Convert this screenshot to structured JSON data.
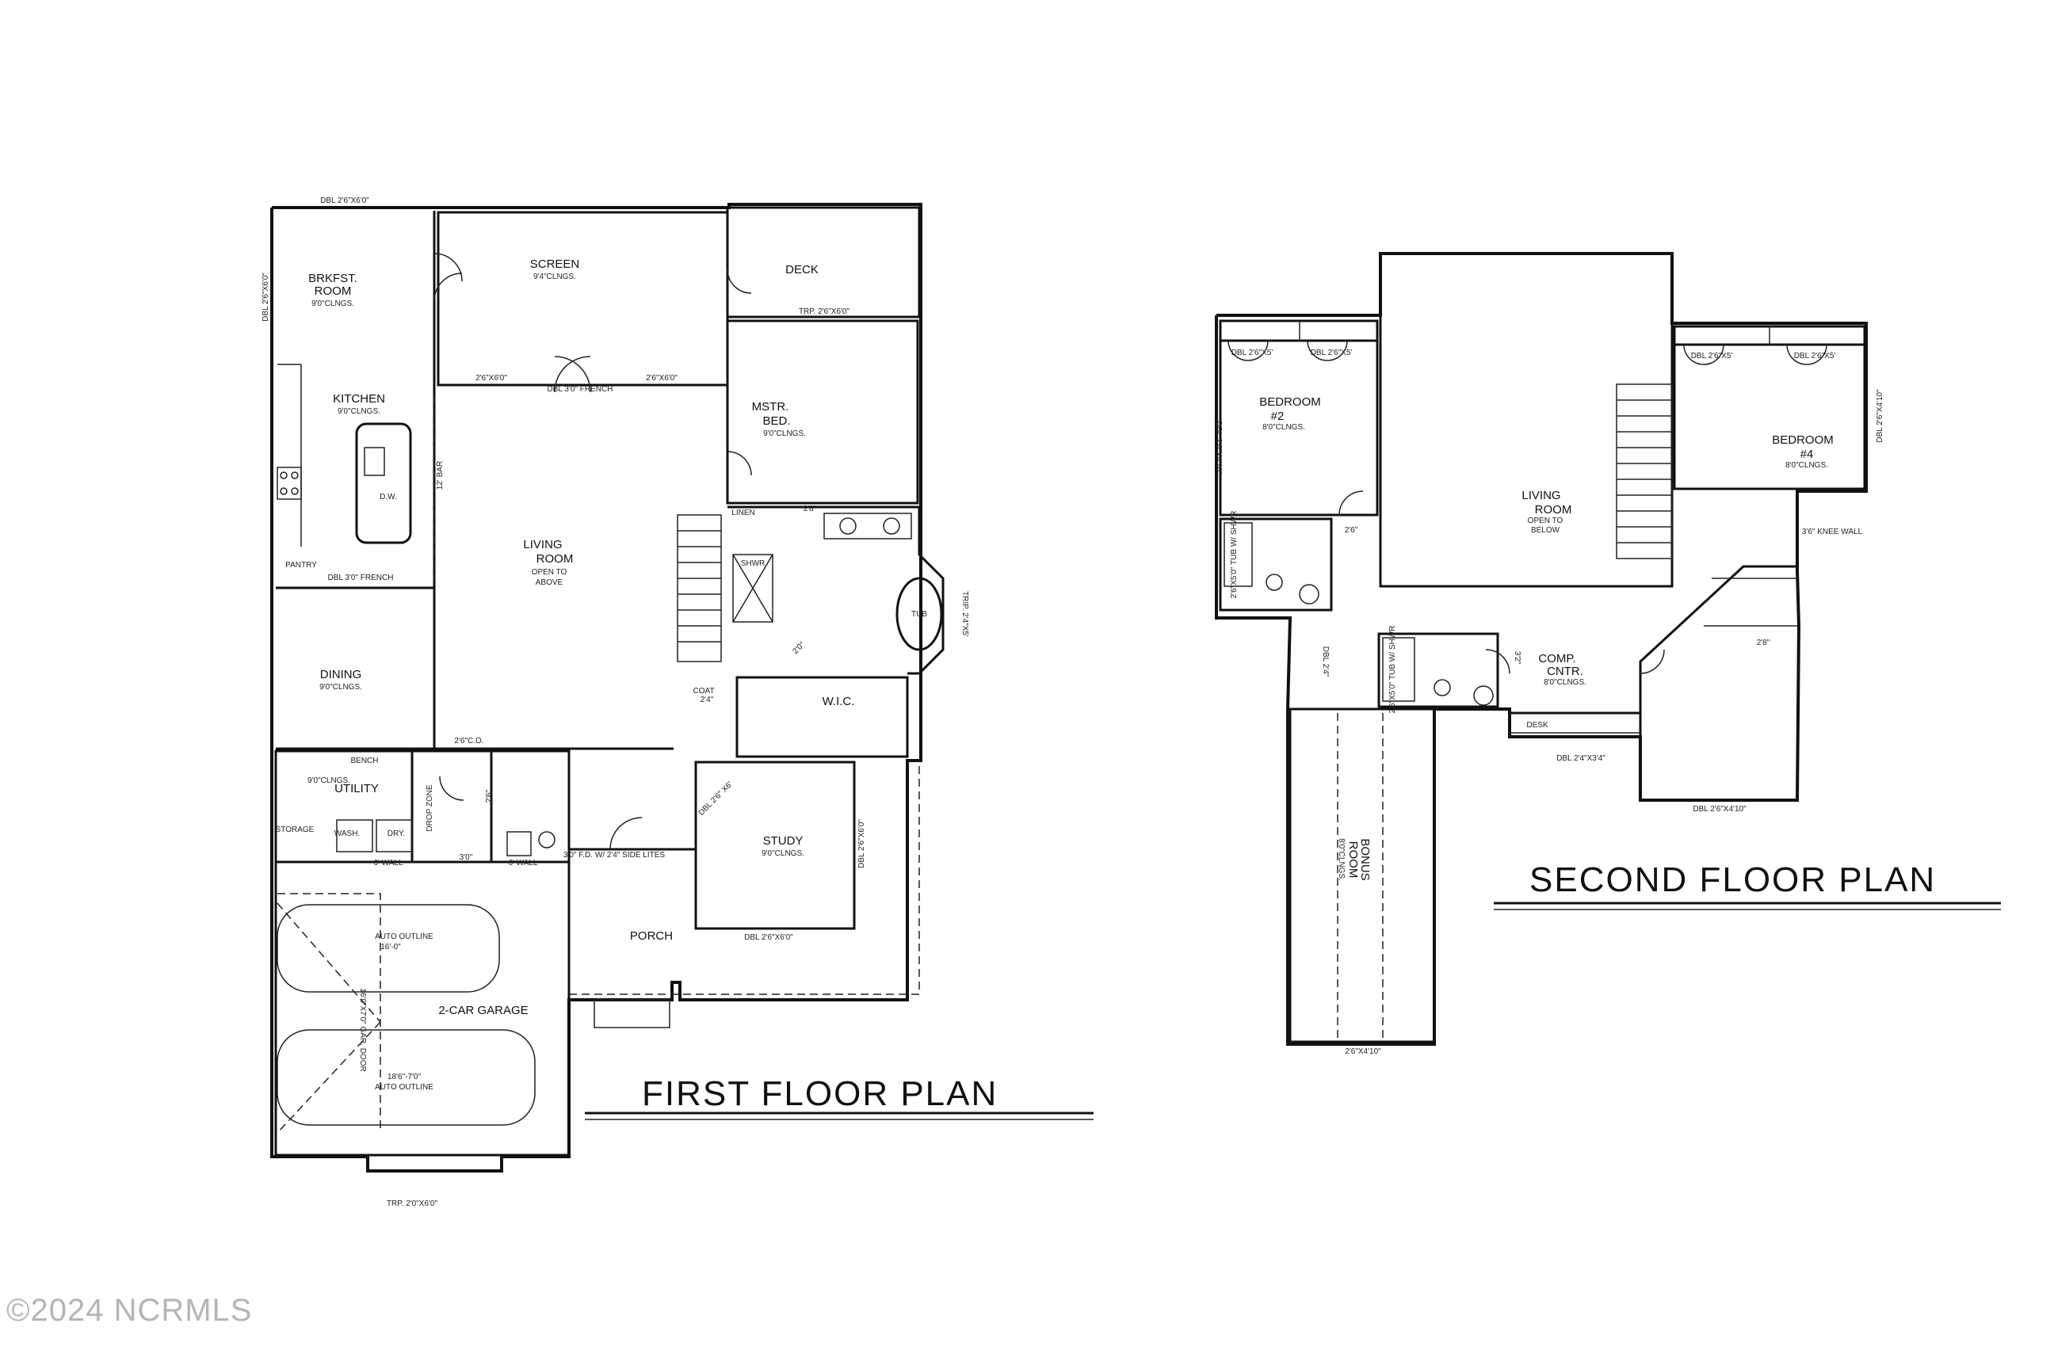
{
  "first_floor": {
    "title": "FIRST FLOOR PLAN",
    "rooms": {
      "breakfast": {
        "name": "BRKFST.",
        "name2": "ROOM",
        "ceiling": "9'0\"CLNGS."
      },
      "screen": {
        "name": "SCREEN",
        "ceiling": "9'4\"CLNGS."
      },
      "deck": {
        "name": "DECK"
      },
      "kitchen": {
        "name": "KITCHEN",
        "ceiling": "9'0\"CLNGS.",
        "dw": "D.W."
      },
      "living": {
        "name": "LIVING",
        "name2": "ROOM",
        "sub": "OPEN TO",
        "sub2": "ABOVE"
      },
      "master": {
        "name": "MSTR.",
        "name2": "BED.",
        "ceiling": "9'0\"CLNGS."
      },
      "dining": {
        "name": "DINING",
        "ceiling": "9'0\"CLNGS."
      },
      "utility": {
        "name": "UTILITY",
        "ceiling": "9'0\"CLNGS."
      },
      "study": {
        "name": "STUDY",
        "ceiling": "9'0\"CLNGS."
      },
      "wic": {
        "name": "W.I.C."
      },
      "porch": {
        "name": "PORCH"
      },
      "garage": {
        "name": "2-CAR GARAGE"
      },
      "storage": {
        "name": "STORAGE"
      },
      "tub": {
        "name": "TUB"
      },
      "shower": {
        "name": "SHWR"
      },
      "bench": {
        "name": "BENCH"
      },
      "coat": {
        "name": "COAT"
      },
      "linen": {
        "name": "LINEN"
      }
    },
    "notes": {
      "dbl_top": "DBL 2'6\"X6'0\"",
      "trip_deck": "TRP. 2'6\"X6'0\"",
      "dbl_french_screen": "DBL 3'0\" FRENCH",
      "dbl_french_brk": "DBL 3'0\" FRENCH",
      "dbl_left": "DBL 2'6\"X6'0\"",
      "win_26x60_a": "2'6\"X6'0\"",
      "win_26x60_b": "2'6\"X6'0\"",
      "cased_opening": "2'6\"C.O.",
      "dbl_study_side": "DBL 2'6\"X6'0\"",
      "dbl_study_bottom": "DBL 2'6\"X6'0\"",
      "trip_garage": "TRP. 2'0\"X6'0\"",
      "auto_outline_a": "AUTO OUTLINE",
      "auto_outline_b": "AUTO OUTLINE",
      "dim_a": "16'-0\"",
      "dim_b": "18'6\"-7'0\"",
      "garage_door": "16'0\"X7'0\" GAR. DOOR",
      "bar": "12' BAR",
      "pantry": "PANTRY",
      "wash": "WASH.",
      "dry": "DRY.",
      "drop_zone": "DROP ZONE",
      "door_30": "3'0\"",
      "door_26": "2'6\"",
      "door_24": "2'4\"",
      "door_20": "2'0\"",
      "door_28": "2'8\"",
      "wall_1": "6' WALL",
      "wall_2": "6' WALL",
      "entry_door": "3'0\" F.D. W/ 2'4\" SIDE LITES",
      "dbl_bottom_mstr": "DBL 2'6\" X6'",
      "trip_mstr": "TRIP. 2'4\"X5'"
    }
  },
  "second_floor": {
    "title": "SECOND FLOOR PLAN",
    "rooms": {
      "bedroom2": {
        "name": "BEDROOM",
        "name2": "#2",
        "ceiling": "8'0\"CLNGS."
      },
      "bedroom4": {
        "name": "BEDROOM",
        "name2": "#4",
        "ceiling": "8'0\"CLNGS."
      },
      "living": {
        "name": "LIVING",
        "name2": "ROOM",
        "sub": "OPEN TO",
        "sub2": "BELOW"
      },
      "comp": {
        "name": "COMP.",
        "name2": "CNTR.",
        "ceiling": "8'0\"CLNGS."
      },
      "bonus": {
        "name": "BONUS",
        "name2": "ROOM",
        "ceiling": "8'0\"CLNGS."
      },
      "desk": {
        "name": "DESK"
      }
    },
    "notes": {
      "dbl_b2a": "DBL 2'6\"X5'",
      "dbl_b2b": "DBL 2'6\"X5'",
      "dbl_b4a": "DBL 2'6\"X5'",
      "dbl_b4b": "DBL 2'6\"X5'",
      "dbl_b2side": "DBL 2'6\"X4'10\"",
      "dbl_b4side": "DBL 2'6\"X4'10\"",
      "dbl_comp": "DBL 2'4\"X3'4\"",
      "dbl_b3": "DBL 2'6\"X4'10\"",
      "dbl_bonus_side": "DBL 2'4\"",
      "bonus_win": "2'6\"X4'10\"",
      "knee_wall": "3'6\" KNEE WALL",
      "tub_shower_a": "2'6\"X5'0\" TUB W/ SHWR",
      "tub_shower_b": "2'6\"X5'0\" TUB W/ SHWR",
      "door_26": "2'6\"",
      "door_28": "2'8\"",
      "door_32": "3'2\""
    }
  },
  "watermark": "©2024 NCRMLS"
}
